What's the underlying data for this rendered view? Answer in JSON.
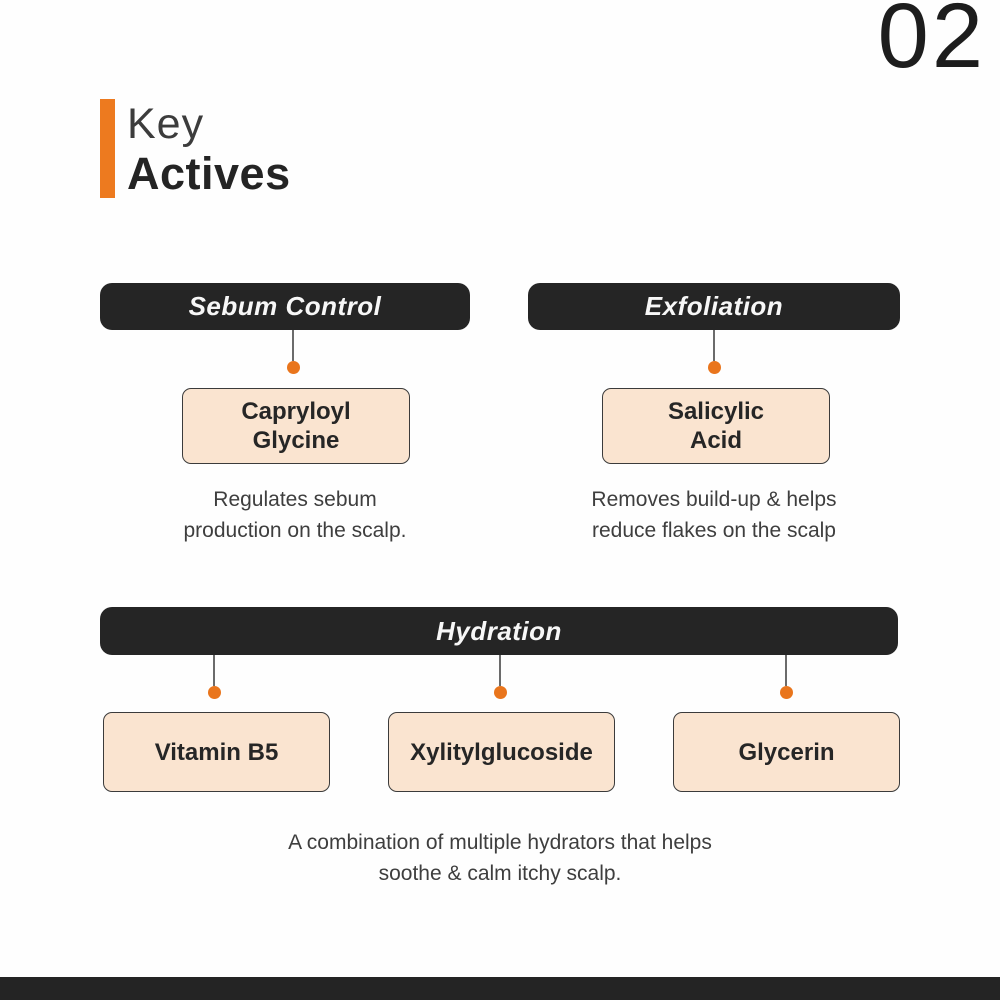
{
  "page": {
    "number": "02",
    "title_line1": "Key",
    "title_line2": "Actives"
  },
  "colors": {
    "accent_orange": "#ED7A1F",
    "dark_box": "#252525",
    "peach_box": "#FAE4D0",
    "description_text": "#3E3E3E"
  },
  "groups": [
    {
      "header": "Sebum Control",
      "items": [
        {
          "label": "Capryloyl\nGlycine"
        }
      ],
      "description": "Regulates sebum\nproduction on the scalp."
    },
    {
      "header": "Exfoliation",
      "items": [
        {
          "label": "Salicylic\nAcid"
        }
      ],
      "description": "Removes build-up & helps\nreduce flakes on the scalp"
    },
    {
      "header": "Hydration",
      "items": [
        {
          "label": "Vitamin B5"
        },
        {
          "label": "Xylitylglucoside"
        },
        {
          "label": "Glycerin"
        }
      ],
      "description": "A combination of multiple hydrators that helps\nsoothe & calm itchy scalp."
    }
  ]
}
